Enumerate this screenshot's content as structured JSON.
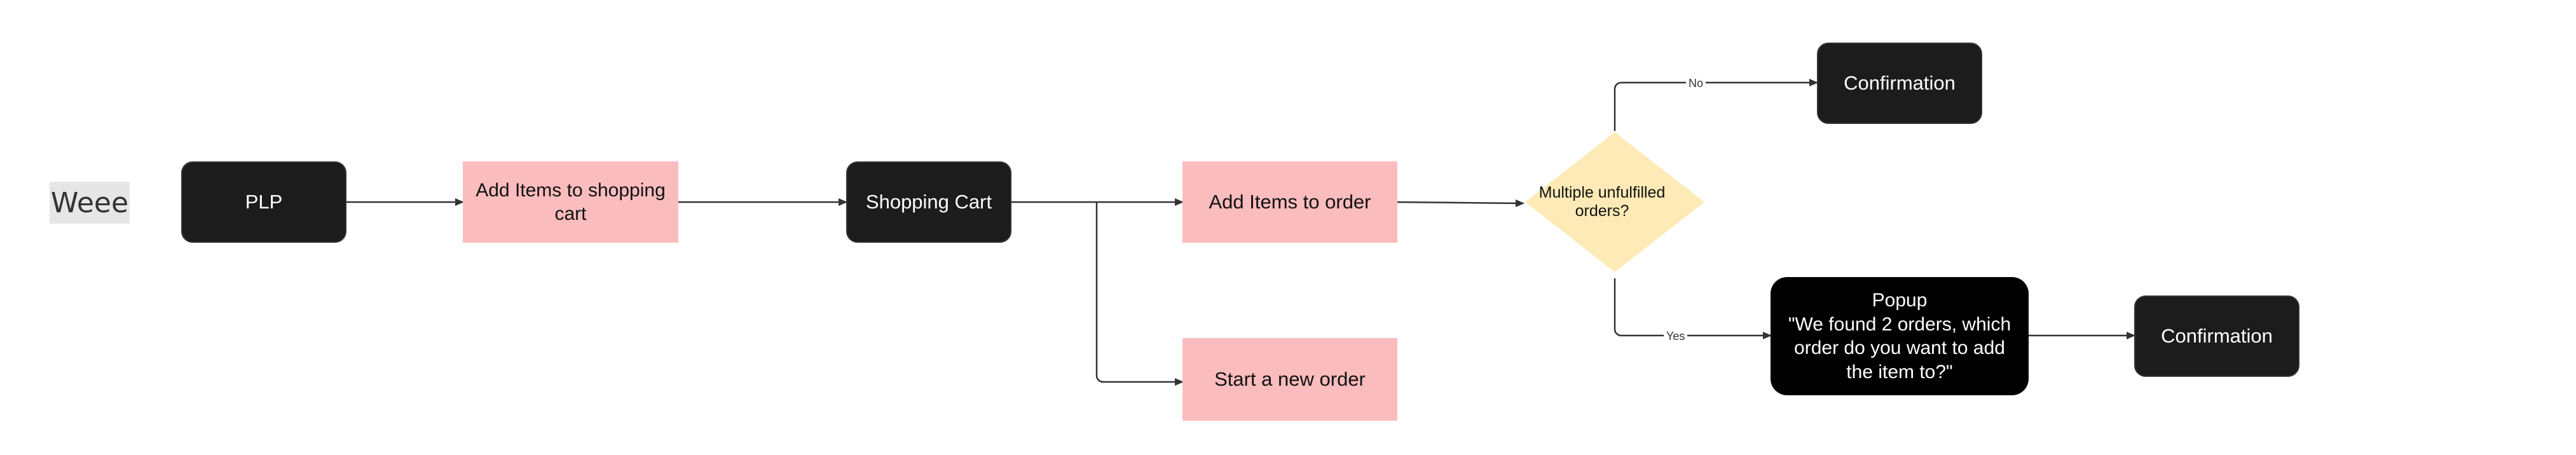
{
  "title_tag": "Weee",
  "nodes": {
    "plp": "PLP",
    "add_items_cart": "Add Items to shopping cart",
    "shopping_cart": "Shopping Cart",
    "add_items_order": "Add Items to order",
    "start_new_order": "Start a new order",
    "decision": "Multiple unfulfilled orders?",
    "confirmation_top": "Confirmation",
    "popup_title": "Popup",
    "popup_body": "\"We found 2 orders, which order do you want to add the item to?\"",
    "confirmation_bottom": "Confirmation"
  },
  "edge_labels": {
    "no": "No",
    "yes": "Yes"
  },
  "colors": {
    "dark_node": "#1c1c1c",
    "pink_node": "#fbbcbe",
    "decision": "#fdeab6",
    "title_bg": "#e6e6e6"
  }
}
